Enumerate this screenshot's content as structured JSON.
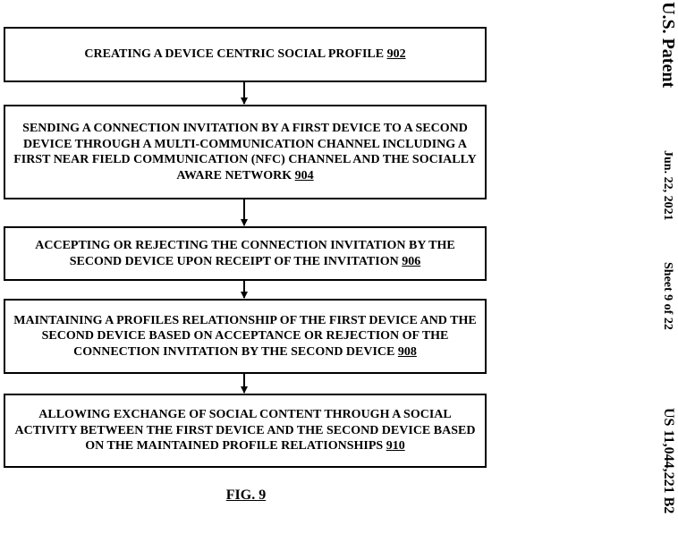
{
  "steps": [
    {
      "text": "CREATING A DEVICE CENTRIC SOCIAL PROFILE",
      "ref": "902"
    },
    {
      "text": "SENDING A CONNECTION INVITATION BY A FIRST DEVICE TO A SECOND DEVICE THROUGH A MULTI-COMMUNICATION CHANNEL INCLUDING A FIRST NEAR FIELD COMMUNICATION (NFC) CHANNEL AND THE SOCIALLY AWARE NETWORK",
      "ref": "904"
    },
    {
      "text": "ACCEPTING OR REJECTING THE CONNECTION INVITATION BY THE SECOND DEVICE UPON RECEIPT OF THE INVITATION",
      "ref": "906"
    },
    {
      "text": "MAINTAINING A PROFILES RELATIONSHIP OF THE FIRST DEVICE AND THE SECOND DEVICE BASED ON ACCEPTANCE OR REJECTION OF THE CONNECTION INVITATION BY THE SECOND DEVICE",
      "ref": "908"
    },
    {
      "text": "ALLOWING EXCHANGE OF SOCIAL CONTENT THROUGH A SOCIAL ACTIVITY BETWEEN THE FIRST DEVICE AND THE SECOND DEVICE BASED ON THE MAINTAINED PROFILE RELATIONSHIPS",
      "ref": "910"
    }
  ],
  "figure_label": "FIG. 9",
  "header": {
    "patent_label": "U.S. Patent",
    "date": "Jun. 22, 2021",
    "sheet": "Sheet 9 of 22",
    "patent_number": "US 11,044,221 B2"
  }
}
